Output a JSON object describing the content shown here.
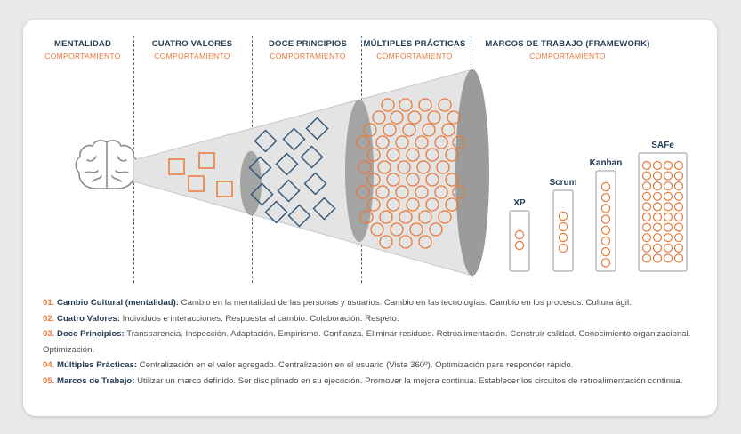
{
  "stages": [
    {
      "title": "MENTALIDAD",
      "subtitle": "COMPORTAMIENTO"
    },
    {
      "title": "CUATRO VALORES",
      "subtitle": "COMPORTAMIENTO"
    },
    {
      "title": "DOCE PRINCIPIOS",
      "subtitle": "COMPORTAMIENTO"
    },
    {
      "title": "MÚLTIPLES PRÁCTICAS",
      "subtitle": "COMPORTAMIENTO"
    },
    {
      "title": "MARCOS DE TRABAJO (FRAMEWORK)",
      "subtitle": "COMPORTAMIENTO"
    }
  ],
  "frameworks": [
    {
      "label": "XP",
      "circles": 2
    },
    {
      "label": "Scrum",
      "circles": 4
    },
    {
      "label": "Kanban",
      "circles": 8
    },
    {
      "label": "SAFe",
      "circles": 40
    }
  ],
  "icons": {
    "brain": "brain-icon",
    "values": "square-outline-icon",
    "principles": "diamond-outline-icon",
    "practices": "circle-outline-icon"
  },
  "colors": {
    "navy": "#243b55",
    "orange": "#e8793a",
    "divider": "#4a6f91",
    "cone_fill": "#e4e4e4",
    "ellipse": "#9a9c9c"
  },
  "notes": [
    {
      "num": "01.",
      "label": "Cambio Cultural (mentalidad):",
      "text": " Cambio en la mentalidad de las personas y usuarios. Cambio en las tecnologías. Cambio en los procesos. Cultura ágil."
    },
    {
      "num": "02.",
      "label": "Cuatro Valores:",
      "text": " Individuos e interacciones. Respuesta al cambio. Colaboración. Respeto."
    },
    {
      "num": "03.",
      "label": "Doce Principios:",
      "text": " Transparencia. Inspección. Adaptación. Empirismo. Confianza. Eliminar residuos. Retroalimentación. Construir calidad. Conocimiento organizacional. Optimización."
    },
    {
      "num": "04.",
      "label": "Múltiples Prácticas:",
      "text": " Centralización en el valor agregado. Centralización en el usuario (Vista 360º). Optimización para responder rápido."
    },
    {
      "num": "05.",
      "label": "Marcos de Trabajo:",
      "text": " Utilizar un marco definido. Ser disciplinado en su ejecución. Promover la mejora continua. Establecer los circuitos de retroalimentación continua."
    }
  ]
}
